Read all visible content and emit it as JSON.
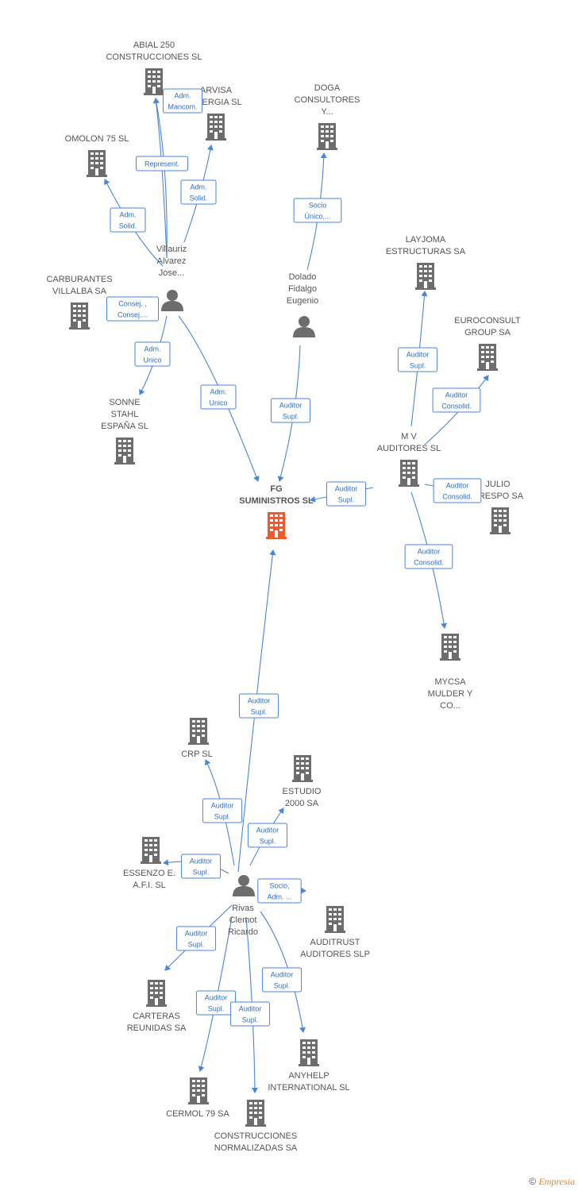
{
  "colors": {
    "edge": "#4a86d8",
    "company": "#6d6d6d",
    "person": "#6d6d6d",
    "focus": "#f05a28",
    "label": "#555555"
  },
  "nodes": [
    {
      "id": "abial",
      "type": "company",
      "lines": [
        "ABIAL 250",
        "CONSTRUCCIONES SL"
      ]
    },
    {
      "id": "arvisa",
      "type": "company",
      "lines": [
        "ARVISA",
        "ENERGIA SL"
      ]
    },
    {
      "id": "doga",
      "type": "company",
      "lines": [
        "DOGA",
        "CONSULTORES",
        "Y..."
      ]
    },
    {
      "id": "omolon",
      "type": "company",
      "lines": [
        "OMOLON 75 SL"
      ]
    },
    {
      "id": "villauriz",
      "type": "person",
      "lines": [
        "Villauriz",
        "Alvarez",
        "Jose..."
      ]
    },
    {
      "id": "carburantes",
      "type": "company",
      "lines": [
        "CARBURANTES",
        "VILLALBA SA"
      ]
    },
    {
      "id": "dolado",
      "type": "person",
      "lines": [
        "Dolado",
        "Fidalgo",
        "Eugenio"
      ]
    },
    {
      "id": "layjoma",
      "type": "company",
      "lines": [
        "LAYJOMA",
        "ESTRUCTURAS SA"
      ]
    },
    {
      "id": "euroconsult",
      "type": "company",
      "lines": [
        "EUROCONSULT",
        "GROUP SA"
      ]
    },
    {
      "id": "sonne",
      "type": "company",
      "lines": [
        "SONNE",
        "STAHL",
        "ESPAÑA SL"
      ]
    },
    {
      "id": "mv",
      "type": "company",
      "lines": [
        "M V",
        "AUDITORES SL"
      ]
    },
    {
      "id": "fg",
      "type": "focus",
      "lines": [
        "FG",
        "SUMINISTROS SL"
      ]
    },
    {
      "id": "julio",
      "type": "company",
      "lines": [
        "JULIO",
        "CRESPO SA"
      ]
    },
    {
      "id": "mycsa",
      "type": "company",
      "lines": [
        "MYCSA",
        "MULDER Y",
        "CO..."
      ]
    },
    {
      "id": "crp",
      "type": "company",
      "lines": [
        "CRP SL"
      ]
    },
    {
      "id": "estudio",
      "type": "company",
      "lines": [
        "ESTUDIO",
        "2000 SA"
      ]
    },
    {
      "id": "essenzo",
      "type": "company",
      "lines": [
        "ESSENZO E.",
        "A.F.I. SL"
      ]
    },
    {
      "id": "rivas",
      "type": "person",
      "lines": [
        "Rivas",
        "Clemot",
        "Ricardo"
      ]
    },
    {
      "id": "auditrust",
      "type": "company",
      "lines": [
        "AUDITRUST",
        "AUDITORES SLP"
      ]
    },
    {
      "id": "carteras",
      "type": "company",
      "lines": [
        "CARTERAS",
        "REUNIDAS SA"
      ]
    },
    {
      "id": "anyhelp",
      "type": "company",
      "lines": [
        "ANYHELP",
        "INTERNATIONAL SL"
      ]
    },
    {
      "id": "cermol",
      "type": "company",
      "lines": [
        "CERMOL 79 SA"
      ]
    },
    {
      "id": "construcciones",
      "type": "company",
      "lines": [
        "CONSTRUCCIONES",
        "NORMALIZADAS SA"
      ]
    }
  ],
  "edges": [
    {
      "from": "villauriz",
      "to": "abial",
      "label": [
        "Adm.",
        "Mancom."
      ]
    },
    {
      "from": "villauriz",
      "to": "abial",
      "label": [
        "Represent."
      ]
    },
    {
      "from": "villauriz",
      "to": "arvisa",
      "label": [
        "Adm.",
        "Solid."
      ]
    },
    {
      "from": "villauriz",
      "to": "omolon",
      "label": [
        "Adm.",
        "Solid."
      ]
    },
    {
      "from": "villauriz",
      "to": "carburantes",
      "label": [
        "Consej. ,",
        "Consej...."
      ]
    },
    {
      "from": "villauriz",
      "to": "sonne",
      "label": [
        "Adm.",
        "Unico"
      ]
    },
    {
      "from": "villauriz",
      "to": "fg",
      "label": [
        "Adm.",
        "Unico"
      ]
    },
    {
      "from": "dolado",
      "to": "doga",
      "label": [
        "Socio",
        "Único,..."
      ]
    },
    {
      "from": "dolado",
      "to": "fg",
      "label": [
        "Auditor",
        "Supl."
      ]
    },
    {
      "from": "mv",
      "to": "layjoma",
      "label": [
        "Auditor",
        "Supl."
      ]
    },
    {
      "from": "mv",
      "to": "euroconsult",
      "label": [
        "Auditor",
        "Consolid."
      ]
    },
    {
      "from": "mv",
      "to": "fg",
      "label": [
        "Auditor",
        "Supl."
      ]
    },
    {
      "from": "mv",
      "to": "julio",
      "label": [
        "Auditor",
        "Consolid."
      ]
    },
    {
      "from": "mv",
      "to": "mycsa",
      "label": [
        "Auditor",
        "Consolid."
      ]
    },
    {
      "from": "rivas",
      "to": "fg",
      "label": [
        "Auditor",
        "Supl."
      ]
    },
    {
      "from": "rivas",
      "to": "crp",
      "label": [
        "Auditor",
        "Supl."
      ]
    },
    {
      "from": "rivas",
      "to": "estudio",
      "label": [
        "Auditor",
        "Supl."
      ]
    },
    {
      "from": "rivas",
      "to": "essenzo",
      "label": [
        "Auditor",
        "Supl."
      ]
    },
    {
      "from": "rivas",
      "to": "auditrust",
      "label": [
        "Socio,",
        "Adm. ..."
      ]
    },
    {
      "from": "rivas",
      "to": "carteras",
      "label": [
        "Auditor",
        "Supl."
      ]
    },
    {
      "from": "rivas",
      "to": "anyhelp",
      "label": [
        "Auditor",
        "Supl."
      ]
    },
    {
      "from": "rivas",
      "to": "cermol",
      "label": [
        "Auditor",
        "Supl."
      ]
    },
    {
      "from": "rivas",
      "to": "construcciones",
      "label": [
        "Auditor",
        "Supl."
      ]
    }
  ],
  "footer": {
    "copyright": "©",
    "brand": "Empresia"
  }
}
